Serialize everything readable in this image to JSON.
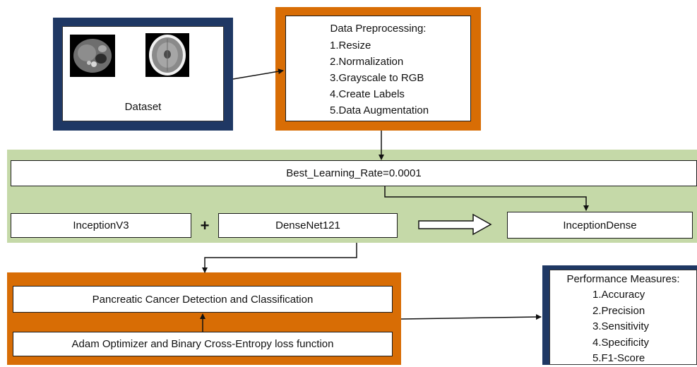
{
  "dataset": {
    "label": "Dataset"
  },
  "preprocessing": {
    "title": "Data Preprocessing:",
    "steps": [
      "1.Resize",
      "2.Normalization",
      "3.Grayscale to RGB",
      "4.Create Labels",
      "5.Data Augmentation"
    ]
  },
  "learning_rate": {
    "label": "Best_Learning_Rate=0.0001"
  },
  "models": {
    "model_a": "InceptionV3",
    "plus": "+",
    "model_b": "DenseNet121",
    "combined": "InceptionDense"
  },
  "detection": {
    "label": "Pancreatic Cancer Detection and Classification",
    "optimizer": "Adam Optimizer and Binary Cross-Entropy loss function"
  },
  "performance": {
    "title": "Performance Measures:",
    "items": [
      "1.Accuracy",
      "2.Precision",
      "3.Sensitivity",
      "4.Specificity",
      "5.F1-Score"
    ]
  },
  "colors": {
    "navy": "#1f3864",
    "orange": "#d86d05",
    "green": "#c5d9a8"
  },
  "images": [
    "abdominal-ct-scan",
    "brain-ct-scan"
  ]
}
